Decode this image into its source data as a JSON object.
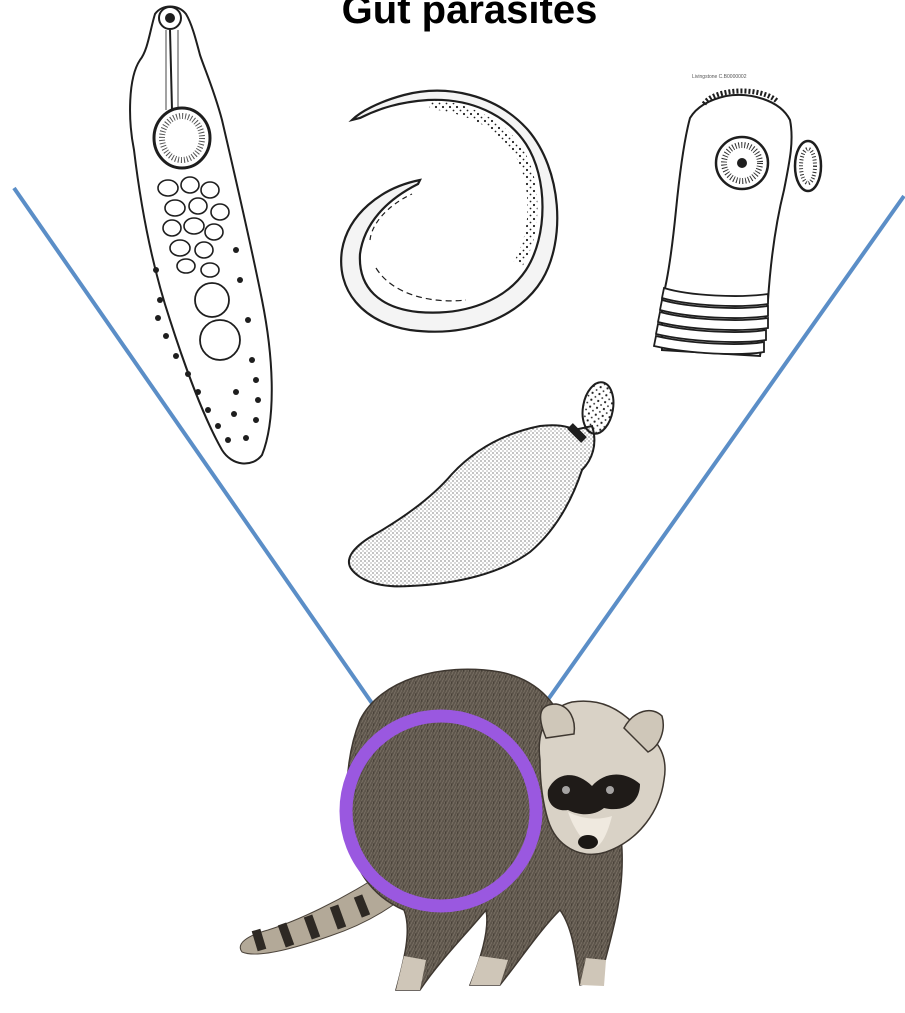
{
  "title": "Gut parasites",
  "credit": "Livingstone C.B0000002",
  "colors": {
    "connector_line": "#5b8ec7",
    "highlight_ring": "#9a58e0",
    "ink": "#1e1e1e",
    "fur_dark": "#4d453c",
    "fur_mid": "#6e655a",
    "fur_light": "#b7ad9f"
  },
  "figures": {
    "fluke": {
      "icon": "trematode-fluke-illustration"
    },
    "roundworm": {
      "icon": "nematode-roundworm-illustration"
    },
    "tapeworm": {
      "icon": "cestode-tapeworm-scolex-illustration"
    },
    "thornyhead": {
      "icon": "acanthocephalan-thorny-headed-worm-illustration"
    },
    "raccoon": {
      "icon": "raccoon-photo"
    },
    "highlight": {
      "icon": "gut-region-highlight-ring"
    }
  }
}
